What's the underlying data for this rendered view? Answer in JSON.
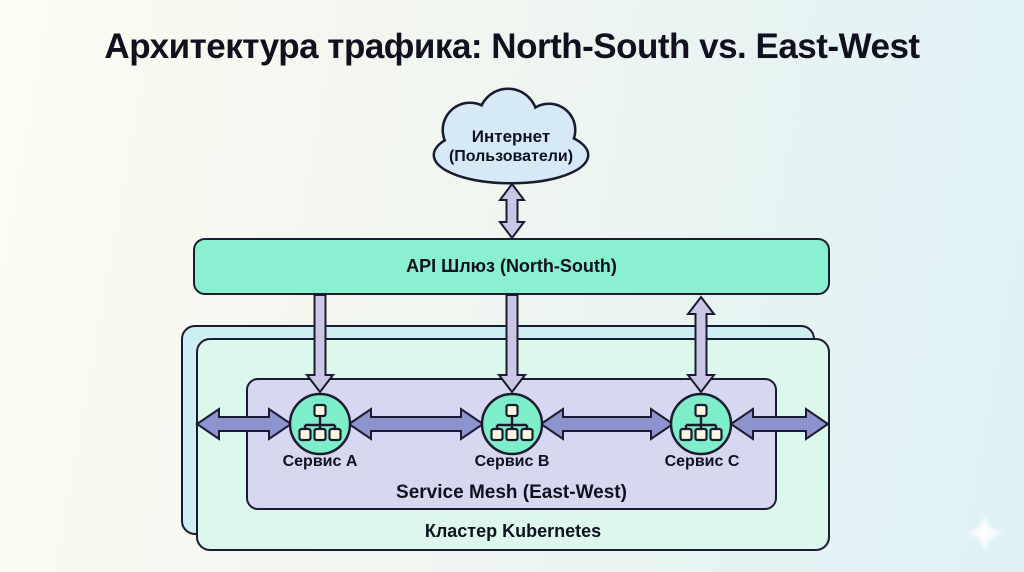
{
  "title": "Архитектура трафика: North-South vs. East-West",
  "cloud": {
    "line1": "Интернет",
    "line2": "(Пользователи)"
  },
  "gateway": {
    "label": "API Шлюз (North-South)"
  },
  "mesh": {
    "label": "Service Mesh (East-West)"
  },
  "cluster": {
    "label": "Кластер Kubernetes"
  },
  "services": [
    {
      "label": "Сервис A"
    },
    {
      "label": "Сервис B"
    },
    {
      "label": "Сервис C"
    }
  ],
  "colors": {
    "background_left": "#fcfcf2",
    "background_right": "#ddf1f5",
    "outline": "#1b1b30",
    "text_color": "#10101f",
    "cloud_fill": "#d6e9f7",
    "ns_arrow_fill": "#c9c6e6",
    "ew_arrow_fill": "#8d93ce",
    "gateway_fill": "#8bf0d2",
    "cluster_back_fill": "#cdeef2",
    "cluster_front_fill": "#dcf7eb",
    "mesh_fill": "#d7d7f1",
    "service_fill": "#7eedc9",
    "icon_node_fill": "#fdf8e2",
    "sparkle_color": "#ffffff"
  }
}
